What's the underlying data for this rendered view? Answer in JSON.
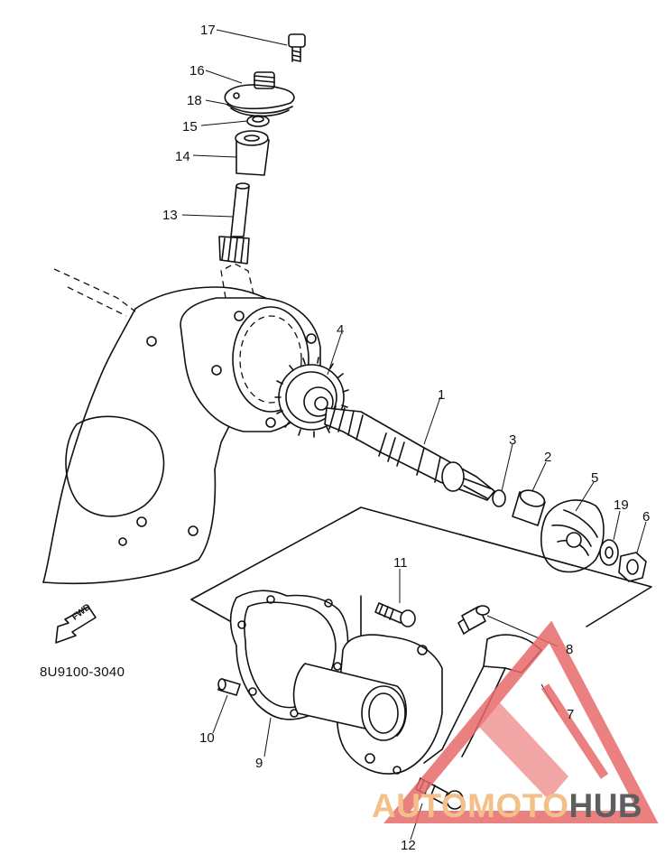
{
  "diagram": {
    "part_code": "8U9100-3040",
    "direction_label": "FWD",
    "callouts": [
      "17",
      "16",
      "18",
      "15",
      "14",
      "13",
      "4",
      "1",
      "3",
      "2",
      "5",
      "19",
      "6",
      "11",
      "8",
      "7",
      "10",
      "9",
      "12"
    ]
  },
  "watermark": {
    "part1": "AUTO",
    "part2": "MOTO",
    "part3": "HUB",
    "colors": {
      "triangle": "#e86a6a",
      "text_light": "#f4c08a",
      "text_dark": "#5e5e5e"
    }
  }
}
